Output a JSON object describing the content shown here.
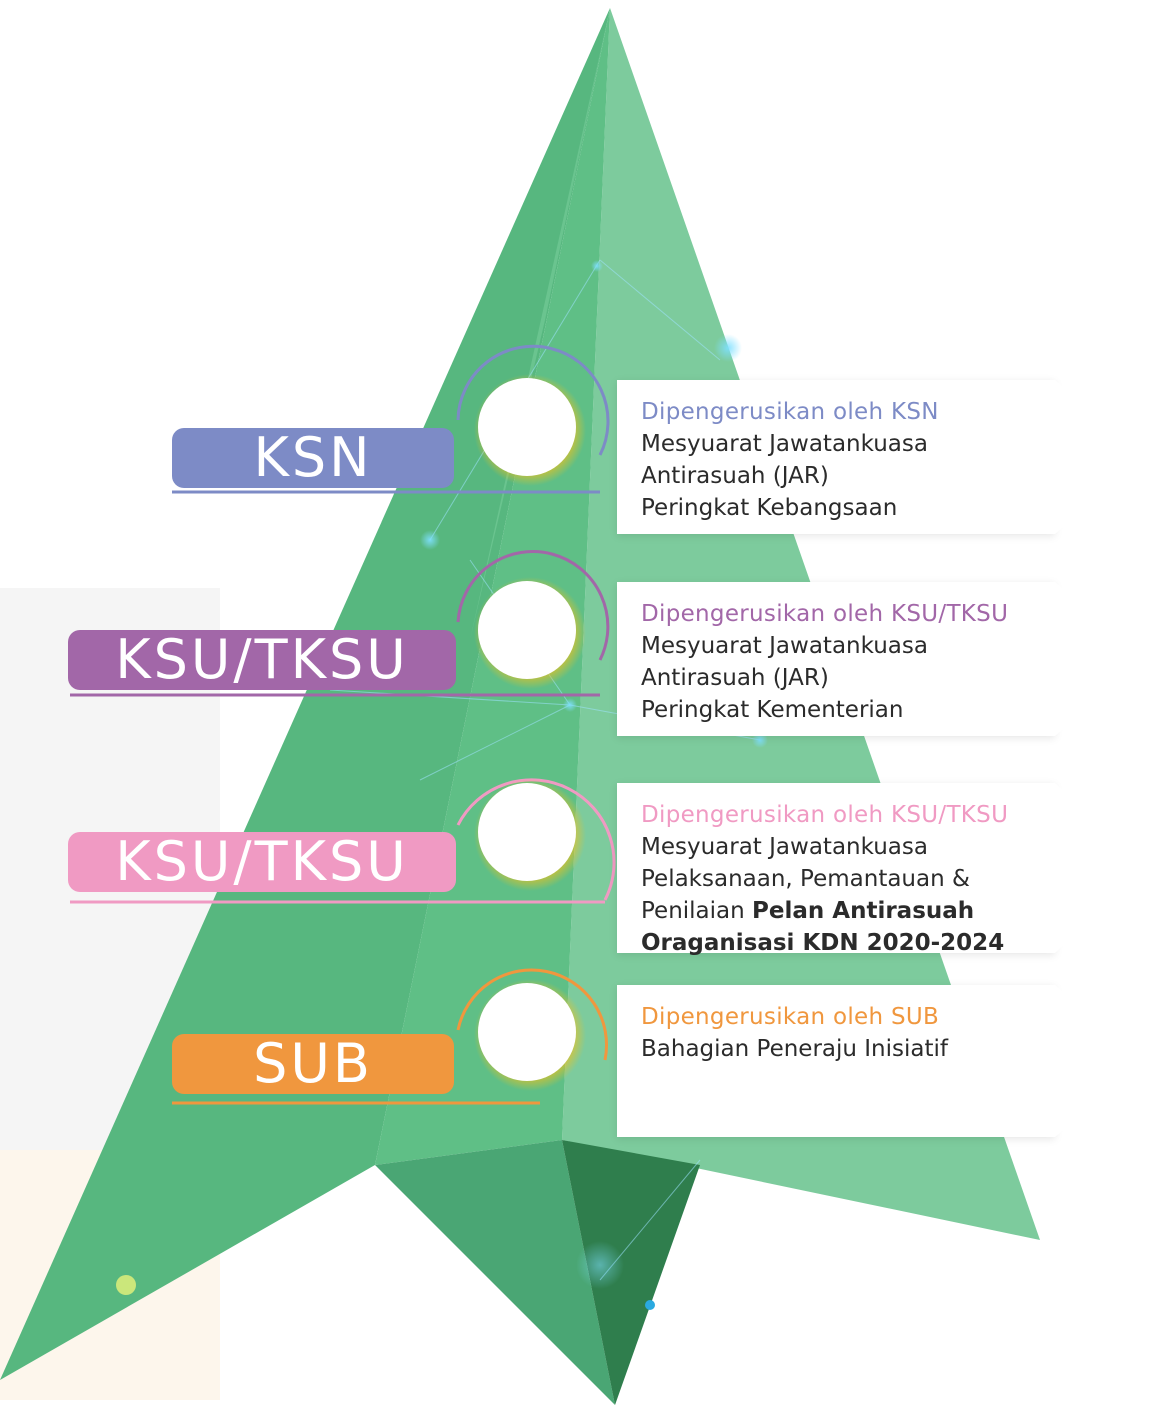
{
  "colors": {
    "tree_light": "#7dcb9d",
    "tree_mid": "#57b77f",
    "tree_dark": "#2e8a52",
    "tree_shadow": "#2f7e4d",
    "ksn": "#7d8bc6",
    "ksu_tksu_1": "#a267a8",
    "ksu_tksu_2": "#f09ac3",
    "sub": "#f0973e",
    "glow": "#f2c21b"
  },
  "levels": [
    {
      "badge": "KSN",
      "chair": "Dipengerusikan oleh KSN",
      "lines": [
        "Mesyuarat Jawatankuasa",
        "Antirasuah (JAR)",
        "Peringkat Kebangsaan"
      ]
    },
    {
      "badge": "KSU/TKSU",
      "chair": "Dipengerusikan oleh KSU/TKSU",
      "lines": [
        "Mesyuarat Jawatankuasa",
        "Antirasuah (JAR)",
        "Peringkat Kementerian"
      ]
    },
    {
      "badge": "KSU/TKSU",
      "chair": "Dipengerusikan oleh KSU/TKSU",
      "lines": [
        "Mesyuarat Jawatankuasa",
        "Pelaksanaan, Pemantauan &"
      ],
      "line3_prefix": "Penilaian ",
      "line3_bold": "Pelan Antirasuah",
      "line4_bold": "Oraganisasi KDN 2020-2024"
    },
    {
      "badge": "SUB",
      "chair": "Dipengerusikan oleh SUB",
      "lines": [
        "Bahagian Peneraju Inisiatif"
      ]
    }
  ]
}
